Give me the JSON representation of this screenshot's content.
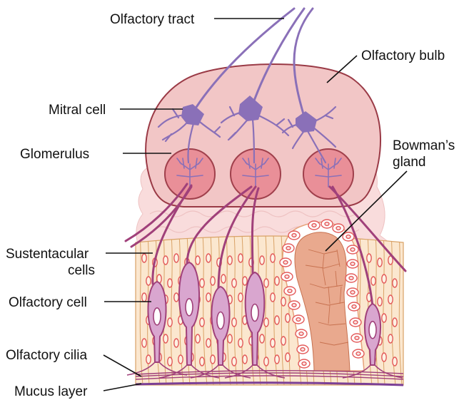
{
  "labels": {
    "olfactory_tract": "Olfactory tract",
    "olfactory_bulb": "Olfactory bulb",
    "mitral_cell": "Mitral cell",
    "glomerulus": "Glomerulus",
    "bowmans_gland_line1": "Bowman’s",
    "bowmans_gland_line2": "gland",
    "sustentacular_line1": "Sustentacular",
    "sustentacular_line2": "cells",
    "olfactory_cell": "Olfactory cell",
    "olfactory_cilia": "Olfactory cilia",
    "mucus_layer": "Mucus layer"
  },
  "colors": {
    "bulb_fill": "#f2c6c6",
    "bulb_stroke": "#9a3a46",
    "glomerulus_fill": "#e98f98",
    "neuron": "#8a70b8",
    "axon": "#a0407a",
    "olfactory_cell_fill": "#d9a6cf",
    "sustentacular_fill": "#fbe7cf",
    "sustentacular_stroke": "#d9a266",
    "lamina_fill": "#f9dcdc",
    "gland_lumen": "#e9a98e",
    "nucleus": "#e35a5a",
    "mucus": "#7b3f96"
  }
}
